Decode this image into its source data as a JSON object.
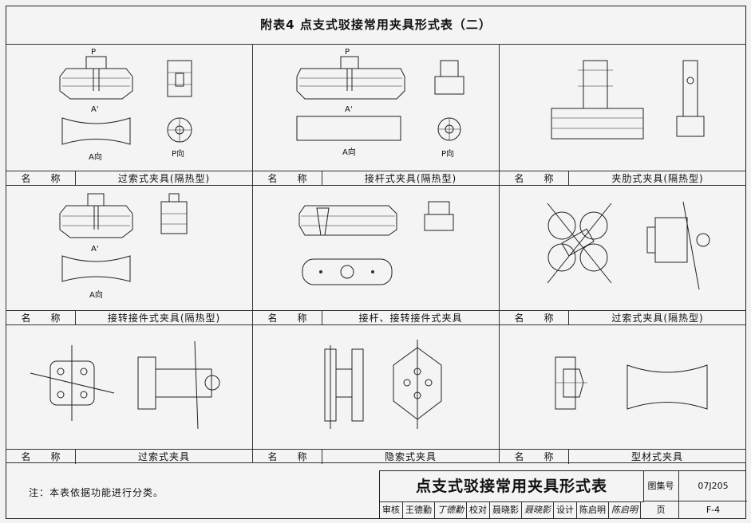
{
  "title": "附表4  点支式驳接常用夹具形式表（二）",
  "name_label_a": "名",
  "name_label_b": "称",
  "cells": [
    {
      "name": "过索式夹具(隔热型)",
      "marks": [
        "P",
        "A'",
        "A向",
        "P向"
      ]
    },
    {
      "name": "接杆式夹具(隔热型)",
      "marks": [
        "P",
        "A'",
        "A向",
        "P向"
      ]
    },
    {
      "name": "夹肋式夹具(隔热型)",
      "marks": []
    },
    {
      "name": "接转接件式夹具(隔热型)",
      "marks": [
        "A'",
        "A向"
      ]
    },
    {
      "name": "接杆、接转接件式夹具",
      "marks": []
    },
    {
      "name": "过索式夹具(隔热型)",
      "marks": []
    },
    {
      "name": "过索式夹具",
      "marks": []
    },
    {
      "name": "隐索式夹具",
      "marks": []
    },
    {
      "name": "型材式夹具",
      "marks": []
    }
  ],
  "note": "注：本表依据功能进行分类。",
  "title_block": {
    "main_title": "点支式驳接常用夹具形式表",
    "atlas_label": "图集号",
    "atlas_no": "07J205",
    "page_label": "页",
    "page_no": "F-4",
    "review_label": "审核",
    "reviewer": "王德勤",
    "reviewer_sign": "丁德勤",
    "check_label": "校对",
    "checker": "聂晓影",
    "checker_sign": "聂晓影",
    "design_label": "设计",
    "designer": "陈启明",
    "designer_sign": "陈启明"
  }
}
